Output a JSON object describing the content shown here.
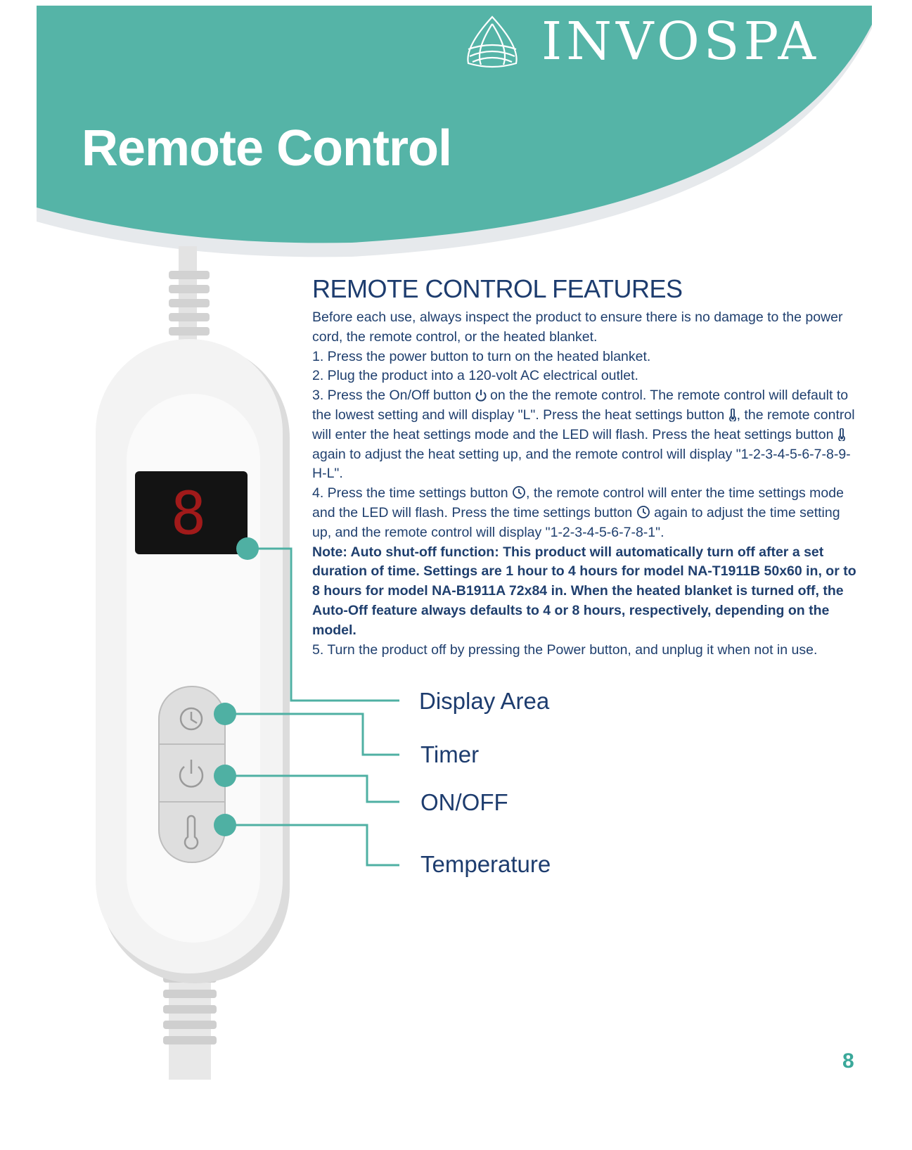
{
  "brand": {
    "name": "INVOSPA",
    "logo_icon": "lotus-petal-logo"
  },
  "header": {
    "title": "Remote Control"
  },
  "colors": {
    "teal": "#55b4a7",
    "navy": "#1d3c6e",
    "callout_teal": "#4fb0a3",
    "led_red": "#a11a1a"
  },
  "section": {
    "heading": "REMOTE CONTROL FEATURES",
    "intro": "Before each use, always inspect the product to ensure there is no damage to the power cord, the remote control, or the heated blanket.",
    "step1": "1. Press the power button to turn on the heated blanket.",
    "step2": "2. Plug the product into a 120-volt AC electrical outlet.",
    "step3_a": "3. Press the On/Off button ",
    "step3_b": " on the the remote control. The remote control will default to the lowest setting and will display \"L\". Press the heat settings button ",
    "step3_c": ", the remote control will enter the heat settings mode and the LED will flash. Press the heat settings button ",
    "step3_d": " again to adjust the heat setting up, and the remote control will display \"1-2-3-4-5-6-7-8-9-H-L\".",
    "step4_a": "4. Press the time settings button ",
    "step4_b": ", the remote control will enter the time settings mode and the LED will flash. Press the time settings button ",
    "step4_c": " again to adjust the time setting up, and the remote control will display \"1-2-3-4-5-6-7-8-1\".",
    "note": "Note: Auto shut-off function: This product will automatically turn off after a set duration of time. Settings are 1 hour to 4 hours for model NA-T1911B 50x60 in, or to 8 hours for model NA-B1911A 72x84 in. When the heated blanket is turned off, the Auto-Off feature always defaults to 4 or 8 hours,  respectively, depending on the model.",
    "step5": "5. Turn the product off by pressing the Power button, and unplug it when not in use."
  },
  "remote": {
    "display_digit": "8"
  },
  "callouts": {
    "display": "Display Area",
    "timer": "Timer",
    "onoff": "ON/OFF",
    "temperature": "Temperature"
  },
  "page_number": "8"
}
